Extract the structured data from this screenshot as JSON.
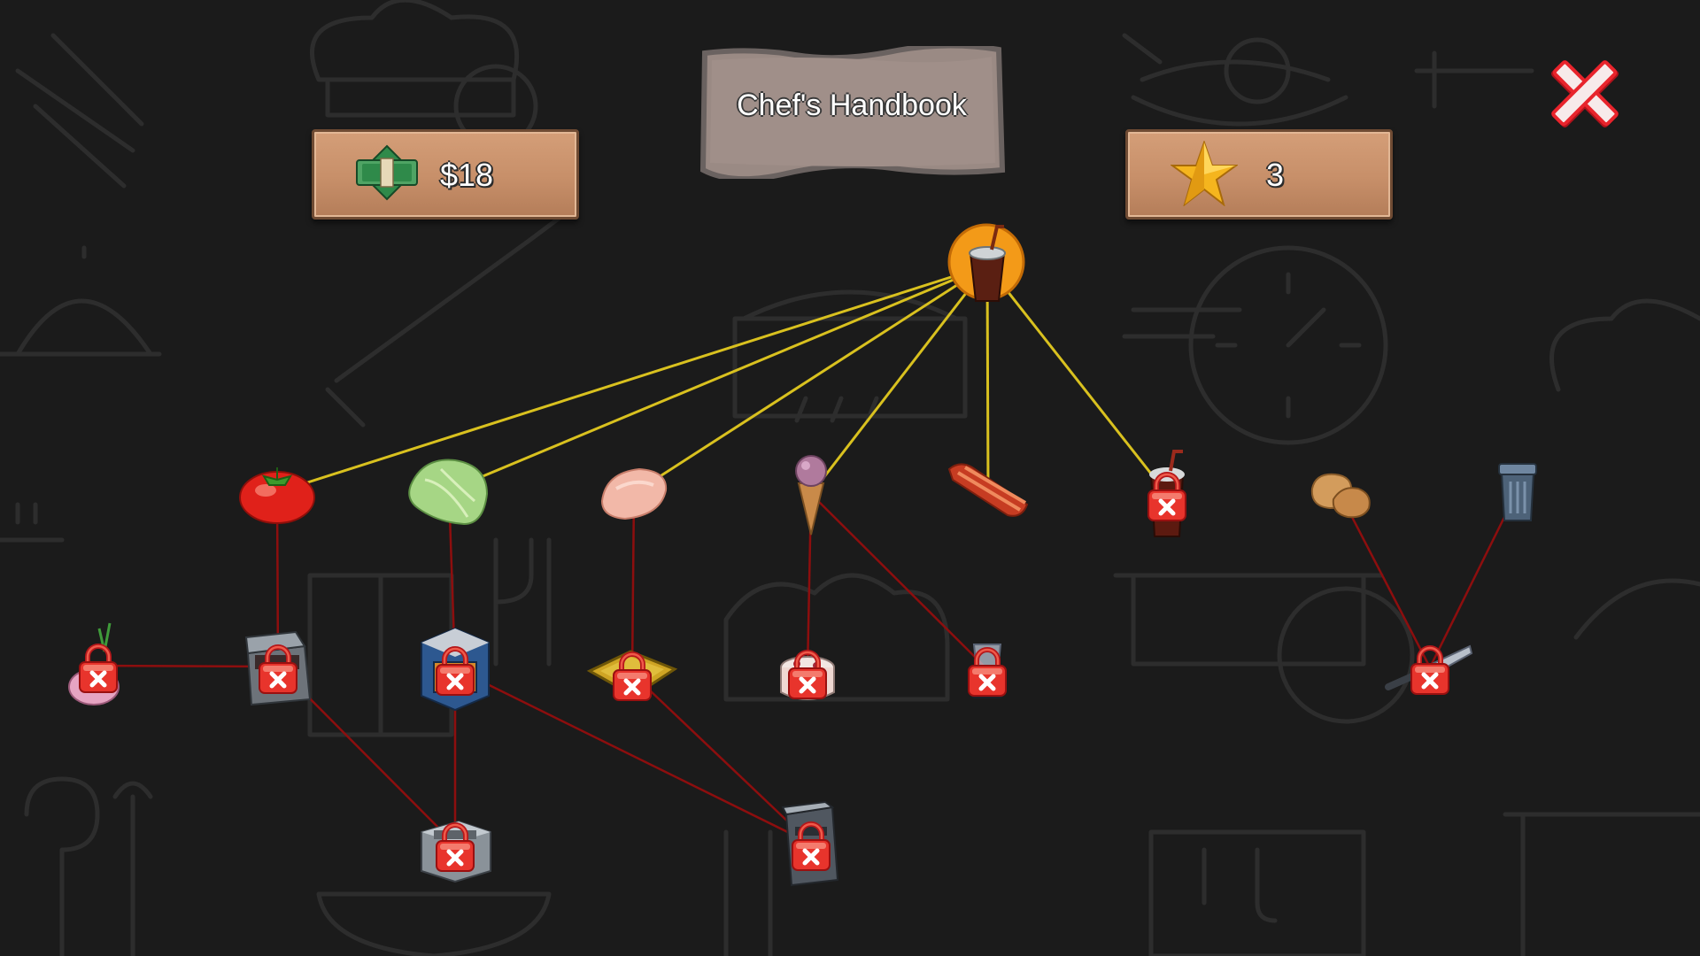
{
  "header": {
    "title": "Chef's Handbook",
    "money": "$18",
    "stars": "3"
  },
  "icons": {
    "money": "cash-stack-icon",
    "stars": "gold-star-icon",
    "close": "red-x-close-icon",
    "lock": "red-padlock-icon"
  },
  "colors": {
    "unlocked_link": "#d9c11f",
    "locked_link": "#8d0e0e",
    "lock_red": "#e8342c",
    "root_ring": "#f39a18",
    "plank": "#c9916b"
  },
  "tree": {
    "root": {
      "id": "soda-cup",
      "item": "soda-cup-icon",
      "locked": false
    },
    "ingredients": [
      {
        "id": "tomato",
        "item": "tomato-icon",
        "locked": false
      },
      {
        "id": "lettuce",
        "item": "lettuce-icon",
        "locked": false
      },
      {
        "id": "chicken",
        "item": "raw-chicken-icon",
        "locked": false
      },
      {
        "id": "ice-cream",
        "item": "ice-cream-cone-icon",
        "locked": false
      },
      {
        "id": "bacon",
        "item": "bacon-icon",
        "locked": false
      },
      {
        "id": "milkshake",
        "item": "milkshake-icon",
        "locked": true
      },
      {
        "id": "potato",
        "item": "potato-icon",
        "locked": false
      },
      {
        "id": "trash-can",
        "item": "trash-can-icon",
        "locked": false
      }
    ],
    "stations": [
      {
        "id": "onion",
        "item": "onion-icon",
        "locked": true
      },
      {
        "id": "grill",
        "item": "grill-station-icon",
        "locked": true
      },
      {
        "id": "oven",
        "item": "oven-station-icon",
        "locked": true
      },
      {
        "id": "tray",
        "item": "serving-tray-icon",
        "locked": true
      },
      {
        "id": "cake",
        "item": "cake-icon",
        "locked": true
      },
      {
        "id": "blender",
        "item": "blender-icon",
        "locked": true
      },
      {
        "id": "knife",
        "item": "knife-icon",
        "locked": true
      },
      {
        "id": "fryer",
        "item": "deep-fryer-icon",
        "locked": true
      },
      {
        "id": "toaster",
        "item": "toaster-icon",
        "locked": true
      }
    ],
    "links_unlocked": [
      [
        "soda-cup",
        "tomato"
      ],
      [
        "soda-cup",
        "lettuce"
      ],
      [
        "soda-cup",
        "chicken"
      ],
      [
        "soda-cup",
        "ice-cream"
      ],
      [
        "soda-cup",
        "bacon"
      ],
      [
        "soda-cup",
        "milkshake"
      ]
    ],
    "links_locked": [
      [
        "tomato",
        "grill"
      ],
      [
        "lettuce",
        "oven"
      ],
      [
        "chicken",
        "tray"
      ],
      [
        "ice-cream",
        "cake"
      ],
      [
        "ice-cream",
        "blender"
      ],
      [
        "potato",
        "knife"
      ],
      [
        "trash-can",
        "knife"
      ],
      [
        "onion",
        "grill"
      ],
      [
        "grill",
        "fryer"
      ],
      [
        "oven",
        "fryer"
      ],
      [
        "oven",
        "toaster"
      ],
      [
        "tray",
        "toaster"
      ]
    ]
  }
}
